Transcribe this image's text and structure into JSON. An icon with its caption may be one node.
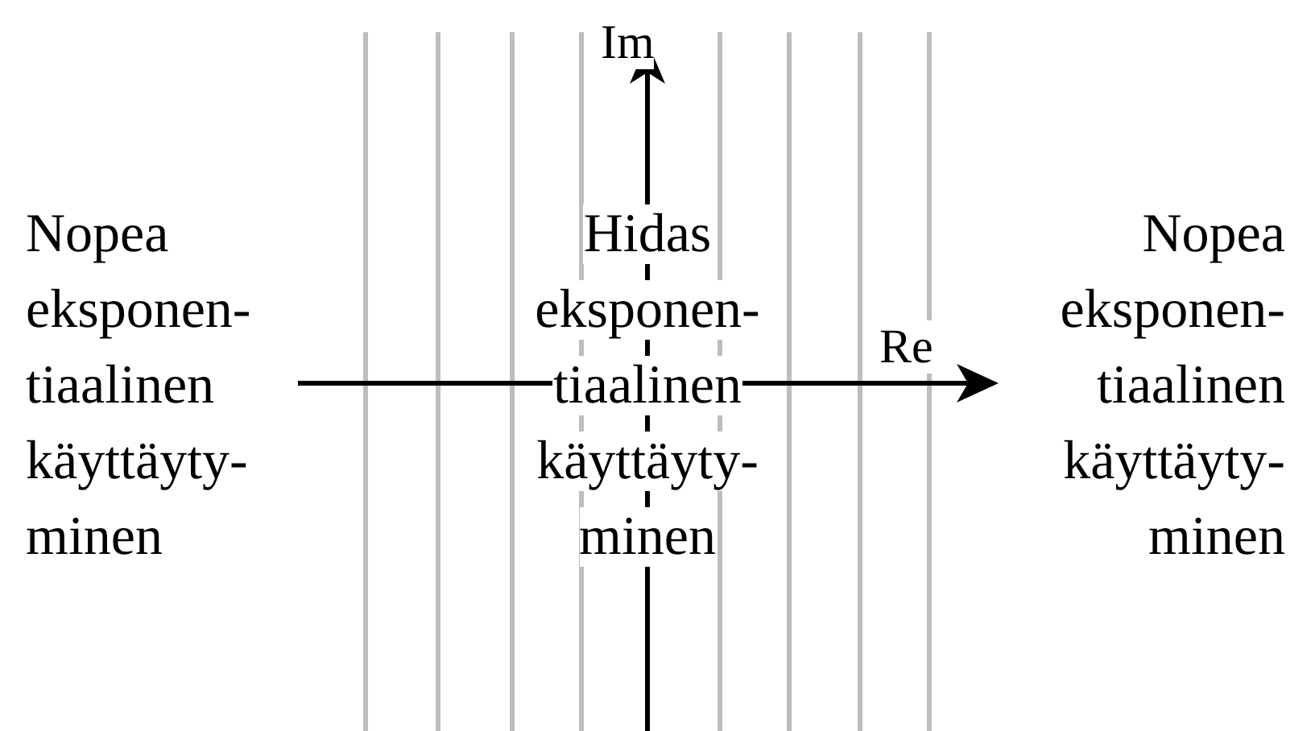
{
  "diagram": {
    "labels": [
      "Im",
      "Nopea eksponen- tiaalinen käyttäyty- minen",
      "Hidas eksponen- tiaalinen käyttäyty- minen",
      "Nopea eksponen- tiaalinen käyttäyty- minen",
      "Re"
    ]
  }
}
